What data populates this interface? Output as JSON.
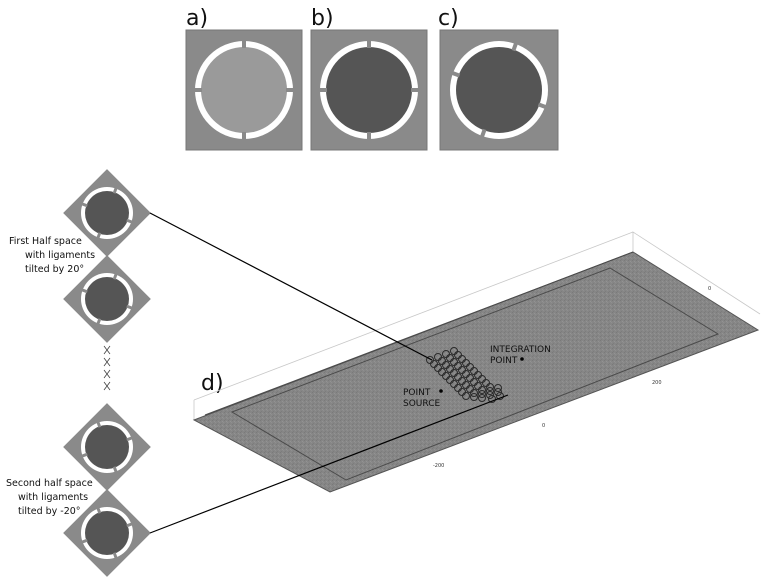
{
  "panels": {
    "a": {
      "label": "a)",
      "core_fill": "#9a9a9a"
    },
    "b": {
      "label": "b)",
      "core_fill": "#555555"
    },
    "c": {
      "label": "c)",
      "core_fill": "#555555"
    }
  },
  "panel_d": {
    "label": "d)"
  },
  "annotations": {
    "first_half": [
      "First Half space",
      "with ligaments",
      "tilted by 20°"
    ],
    "second_half": [
      "Second half space",
      "with ligaments",
      "tilted by -20°"
    ]
  },
  "plane": {
    "integration_point": [
      "INTEGRATION",
      "POINT"
    ],
    "point_source": [
      "POINT",
      "SOURCE"
    ],
    "ticks": [
      "-200",
      "0",
      "200",
      "0"
    ]
  },
  "colors": {
    "plate": "#888888",
    "core_dark": "#555555",
    "core_light": "#9a9a9a",
    "ring": "#ffffff",
    "surface": "#858585",
    "line": "#000000"
  }
}
